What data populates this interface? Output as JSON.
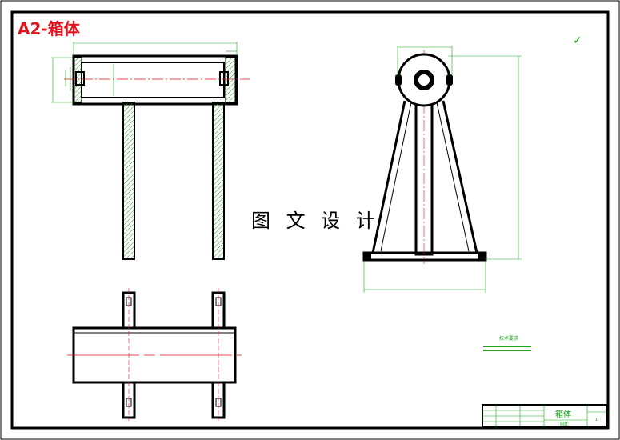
{
  "drawing": {
    "title": "A2-箱体",
    "watermark": "图 文 设 计",
    "roughness_symbol": "✓"
  },
  "notes": {
    "tech_requirements_heading": "技术要求"
  },
  "title_block": {
    "part_name": "箱体",
    "sheet_number": "1",
    "sub_label": "图样"
  },
  "colors": {
    "outline": "#000000",
    "dimension": "#1aa31a",
    "centerline": "#e0141e",
    "title": "#e0141e",
    "hatch": "#1aa31a"
  }
}
